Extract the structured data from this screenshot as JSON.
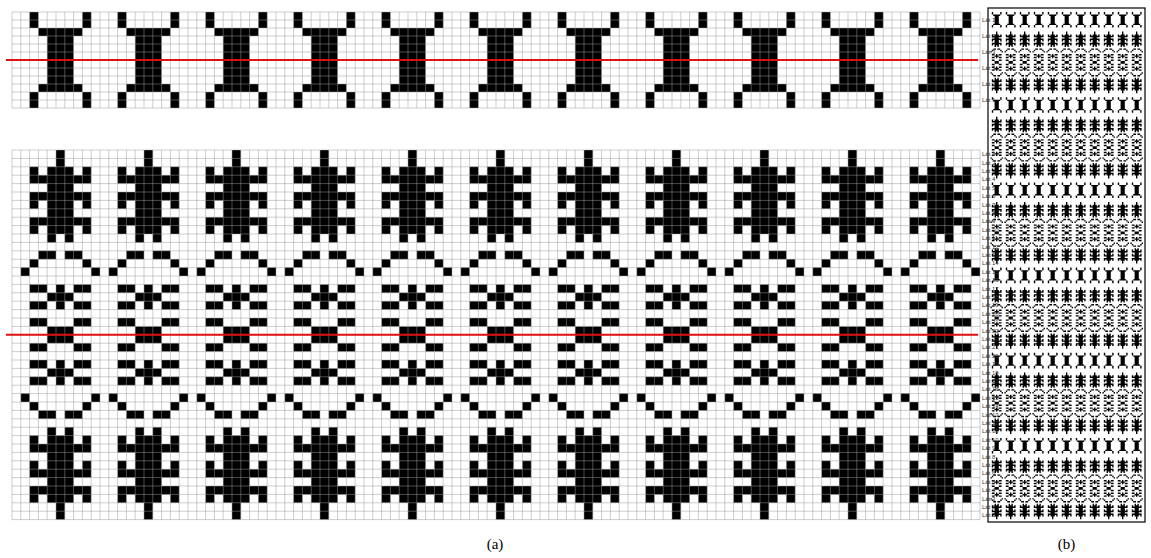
{
  "diagram": {
    "labels": [
      "Lát 1",
      "Lát 2",
      "Lát 3",
      "Lát 3",
      "Lát 2",
      "Lát 1",
      "Lát 1",
      "Lát 2",
      "Lát 3",
      "Lát 4",
      "Lát 5",
      "Lát 6",
      "Lát 7",
      "Lát 8",
      "Lát 9",
      "Lát 10",
      "Lát 11",
      "Lát 12",
      "Lát 13",
      "Lát 14",
      "Lát 15",
      "Lát 16",
      "Lát 17",
      "Lát 18",
      "Lát 19",
      "Lát 20",
      "Lát 21",
      "Lát 22",
      "Lát 22",
      "Lát 21",
      "Lát 20",
      "Lát 19",
      "Lát 18",
      "Lát 17",
      "Lát 16",
      "Lát 15",
      "Lát 14",
      "Lát 13",
      "Lát 12",
      "Lát 11",
      "Lát 10",
      "Lát 9",
      "Lát 8",
      "Lát 7",
      "Lát 6",
      "Lát 5",
      "Lát 4",
      "Lát 3",
      "Lát 2",
      "Lát 1",
      "(a)",
      "(b)"
    ]
  }
}
